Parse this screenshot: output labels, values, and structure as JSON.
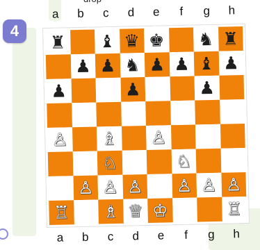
{
  "top_text": "drop",
  "puzzle_number": "4",
  "files": [
    "a",
    "b",
    "c",
    "d",
    "e",
    "f",
    "g",
    "h"
  ],
  "colors": {
    "dark_square": "#f0820a",
    "light_square": "#ffffff",
    "badge": "#7b7bd0"
  },
  "board": [
    [
      {
        "p": "♜",
        "c": "black"
      },
      null,
      {
        "p": "♝",
        "c": "black"
      },
      {
        "p": "♛",
        "c": "black"
      },
      {
        "p": "♚",
        "c": "black"
      },
      null,
      {
        "p": "♞",
        "c": "black"
      },
      {
        "p": "♜",
        "c": "black"
      }
    ],
    [
      null,
      {
        "p": "♟",
        "c": "black"
      },
      {
        "p": "♟",
        "c": "black"
      },
      {
        "p": "♞",
        "c": "black"
      },
      {
        "p": "♟",
        "c": "black"
      },
      {
        "p": "♟",
        "c": "black"
      },
      {
        "p": "♝",
        "c": "black"
      },
      {
        "p": "♟",
        "c": "black"
      }
    ],
    [
      {
        "p": "♟",
        "c": "black"
      },
      null,
      null,
      {
        "p": "♟",
        "c": "black"
      },
      null,
      null,
      {
        "p": "♟",
        "c": "black"
      },
      null
    ],
    [
      null,
      null,
      null,
      null,
      null,
      null,
      null,
      null
    ],
    [
      {
        "p": "♙",
        "c": "white"
      },
      null,
      {
        "p": "♗",
        "c": "white"
      },
      null,
      {
        "p": "♙",
        "c": "white"
      },
      null,
      null,
      null
    ],
    [
      null,
      null,
      {
        "p": "♘",
        "c": "white"
      },
      null,
      null,
      {
        "p": "♘",
        "c": "white"
      },
      null,
      null
    ],
    [
      null,
      {
        "p": "♙",
        "c": "white"
      },
      {
        "p": "♙",
        "c": "white"
      },
      {
        "p": "♙",
        "c": "white"
      },
      null,
      {
        "p": "♙",
        "c": "white"
      },
      {
        "p": "♙",
        "c": "white"
      },
      {
        "p": "♙",
        "c": "white"
      }
    ],
    [
      {
        "p": "♖",
        "c": "white"
      },
      null,
      {
        "p": "♗",
        "c": "white"
      },
      {
        "p": "♕",
        "c": "white"
      },
      {
        "p": "♔",
        "c": "white"
      },
      null,
      null,
      {
        "p": "♖",
        "c": "white"
      }
    ]
  ]
}
